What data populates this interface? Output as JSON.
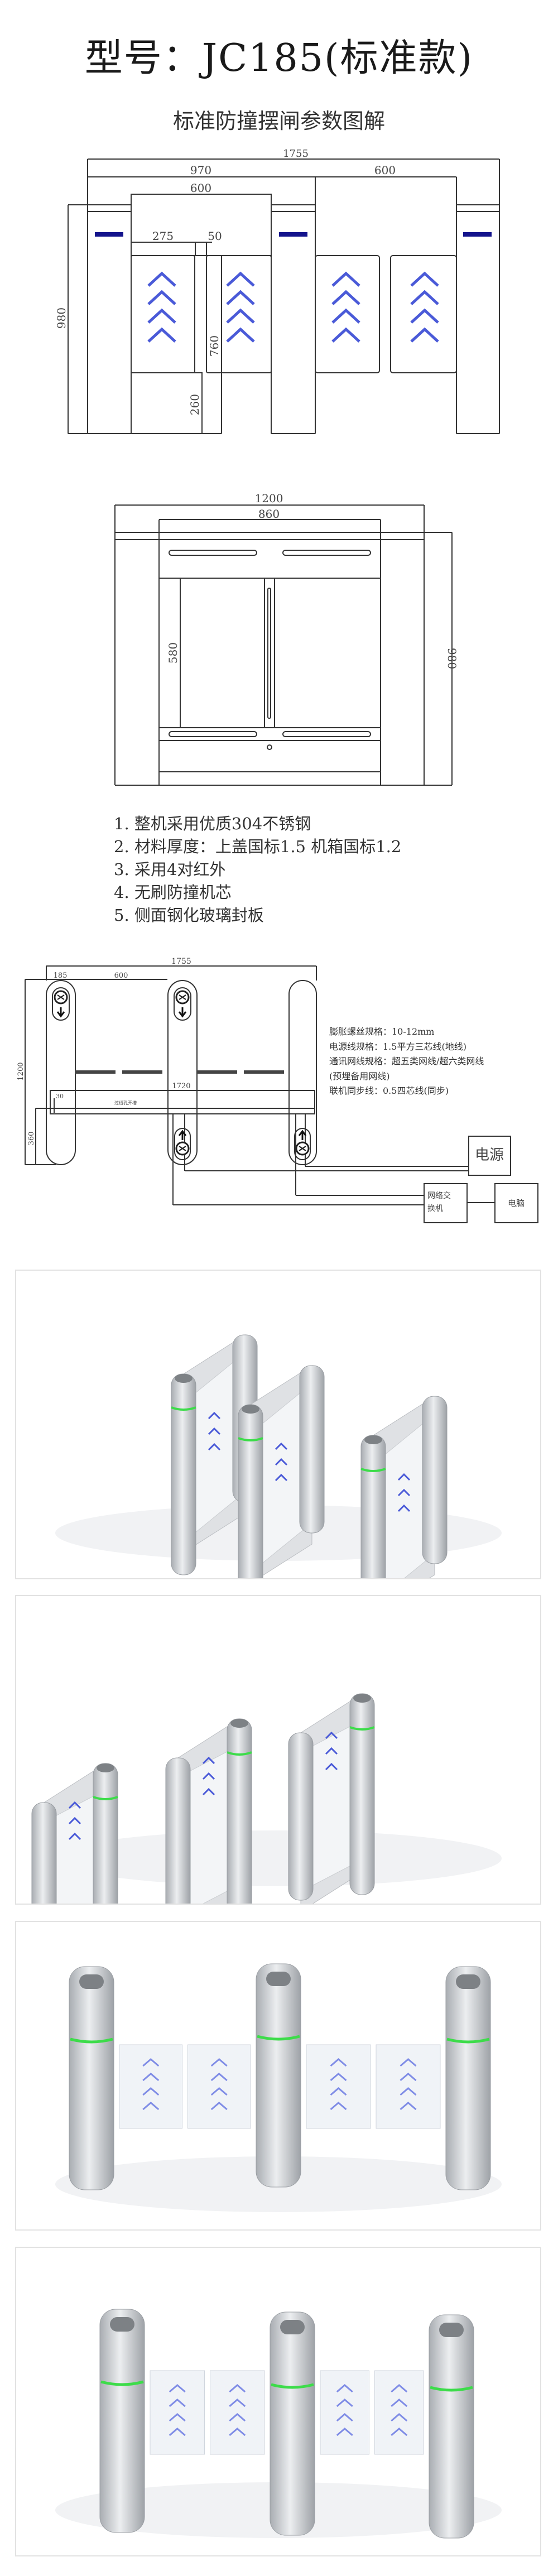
{
  "header": {
    "title": "型号：JC185(标准款)",
    "subtitle": "标准防撞摆闸参数图解"
  },
  "front_view": {
    "dims": {
      "total": "1755",
      "left_span": "970",
      "right_span": "600",
      "lane_width": "600",
      "wing_left": "275",
      "wing_gap": "50",
      "height": "980",
      "wing_height": "760",
      "bottom": "260"
    },
    "accent_color": "#1a1aa0",
    "chevron_color": "#4a5ad8"
  },
  "side_view": {
    "dims": {
      "width": "1200",
      "inner_width": "860",
      "glass_height": "580",
      "height": "980"
    }
  },
  "specs": [
    "1. 整机采用优质304不锈钢",
    "2. 材料厚度：上盖国标1.5 机箱国标1.2",
    "3. 采用4对红外",
    "4. 无刷防撞机芯",
    "5. 侧面钢化玻璃封板"
  ],
  "wiring": {
    "dims": {
      "total": "1755",
      "post": "185",
      "lane": "600",
      "depth": "1200",
      "trench": "1720",
      "trench_w": "30",
      "offset": "360"
    },
    "trench_label": "过线孔开槽",
    "power_label": "电源",
    "switch_label_1": "网络交",
    "switch_label_2": "换机",
    "computer_label": "电脑",
    "notes": [
      "膨胀螺丝规格：10-12mm",
      "电源线规格：1.5平方三芯线(地线)",
      "通讯网线规格：超五类网线/超六类网线",
      "(预埋备用网线)",
      "联机同步线：0.5四芯线(同步)"
    ]
  },
  "colors": {
    "led_green": "#3ddc4a",
    "steel": "#c9ccd0",
    "chevron": "#4a5ad8"
  }
}
